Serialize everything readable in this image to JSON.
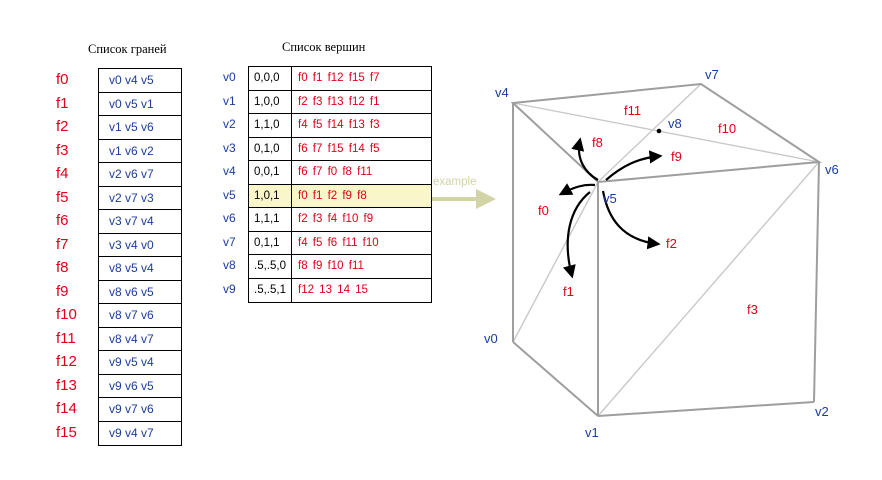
{
  "faces_title": "Список граней",
  "vertices_title": "Список вершин",
  "faces": [
    {
      "id": "f0",
      "verts": "v0 v4 v5"
    },
    {
      "id": "f1",
      "verts": "v0 v5 v1"
    },
    {
      "id": "f2",
      "verts": "v1 v5 v6"
    },
    {
      "id": "f3",
      "verts": "v1 v6 v2"
    },
    {
      "id": "f4",
      "verts": "v2 v6 v7"
    },
    {
      "id": "f5",
      "verts": "v2 v7 v3"
    },
    {
      "id": "f6",
      "verts": "v3 v7 v4"
    },
    {
      "id": "f7",
      "verts": "v3 v4 v0"
    },
    {
      "id": "f8",
      "verts": "v8 v5 v4"
    },
    {
      "id": "f9",
      "verts": "v8 v6 v5"
    },
    {
      "id": "f10",
      "verts": "v8 v7 v6"
    },
    {
      "id": "f11",
      "verts": "v8 v4 v7"
    },
    {
      "id": "f12",
      "verts": "v9 v5 v4"
    },
    {
      "id": "f13",
      "verts": "v9 v6 v5"
    },
    {
      "id": "f14",
      "verts": "v9 v7 v6"
    },
    {
      "id": "f15",
      "verts": "v9 v4 v7"
    }
  ],
  "vertices": [
    {
      "id": "v0",
      "coord": "0,0,0",
      "faces": "f0 f1 f12 f15 f7"
    },
    {
      "id": "v1",
      "coord": "1,0,0",
      "faces": "f2 f3 f13 f12 f1"
    },
    {
      "id": "v2",
      "coord": "1,1,0",
      "faces": "f4 f5 f14 f13 f3"
    },
    {
      "id": "v3",
      "coord": "0,1,0",
      "faces": "f6 f7 f15 f14 f5"
    },
    {
      "id": "v4",
      "coord": "0,0,1",
      "faces": "f6 f7 f0 f8 f11"
    },
    {
      "id": "v5",
      "coord": "1,0,1",
      "faces": "f0 f1 f2 f9 f8",
      "highlighted": true
    },
    {
      "id": "v6",
      "coord": "1,1,1",
      "faces": "f2 f3 f4 f10 f9"
    },
    {
      "id": "v7",
      "coord": "0,1,1",
      "faces": "f4 f5 f6 f11 f10"
    },
    {
      "id": "v8",
      "coord": ".5,.5,0",
      "faces": "f8 f9 f10 f11"
    },
    {
      "id": "v9",
      "coord": ".5,.5,1",
      "faces": "f12 13 14 15"
    }
  ],
  "example_label": "example",
  "cube_labels": {
    "vertices": {
      "v0": "v0",
      "v1": "v1",
      "v2": "v2",
      "v4": "v4",
      "v5": "v5",
      "v6": "v6",
      "v7": "v7",
      "v8": "v8"
    },
    "faces": {
      "f0": "f0",
      "f1": "f1",
      "f2": "f2",
      "f3": "f3",
      "f8": "f8",
      "f9": "f9",
      "f10": "f10",
      "f11": "f11"
    }
  },
  "colors": {
    "face_red": "#e0001b",
    "vertex_blue": "#1b3c9f",
    "highlight": "#f9f6c9",
    "example_arrow": "#d3d3a8"
  }
}
